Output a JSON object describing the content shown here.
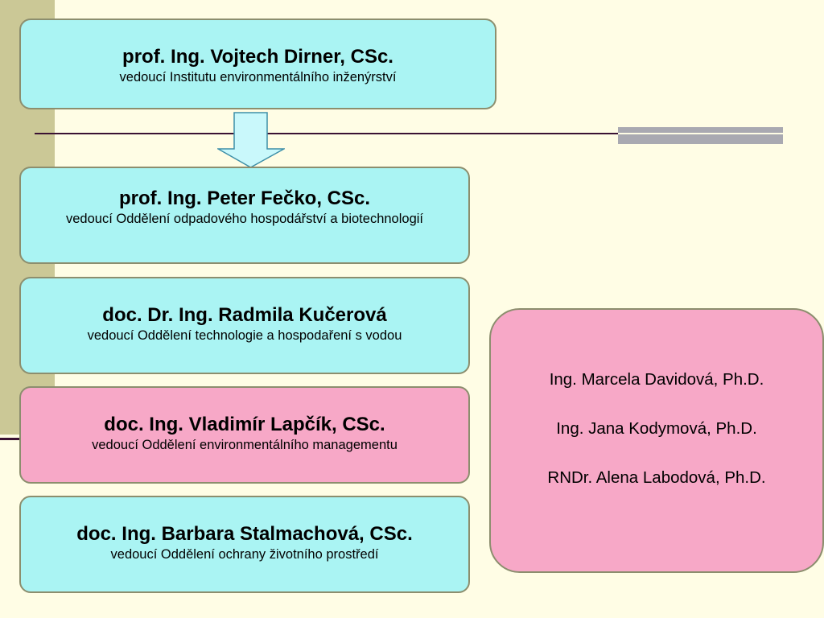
{
  "colors": {
    "background": "#FFFDE5",
    "cyan_box": "#AAF4F3",
    "pink_box": "#F7A8C7",
    "left_bar": "#CBC896",
    "rule": "#3A1233"
  },
  "units": [
    {
      "name": "prof. Ing. Vojtech Dirner, CSc.",
      "role": "vedoucí Institutu environmentálního inženýrství"
    },
    {
      "name": "prof. Ing. Peter Fečko, CSc.",
      "role": "vedoucí Oddělení odpadového hospodářství a biotechnologií"
    },
    {
      "name": "doc. Dr. Ing. Radmila Kučerová",
      "role": "vedoucí Oddělení technologie a hospodaření s vodou"
    },
    {
      "name": "doc. Ing. Vladimír Lapčík, CSc.",
      "role": "vedoucí Oddělení environmentálního managementu"
    },
    {
      "name": "doc. Ing. Barbara Stalmachová, CSc.",
      "role": "vedoucí Oddělení ochrany životního prostředí"
    }
  ],
  "staff": [
    "Ing. Marcela Davidová, Ph.D.",
    "Ing. Jana Kodymová, Ph.D.",
    "RNDr. Alena  Labodová, Ph.D."
  ],
  "icons": {
    "arrow": "down-arrow-icon"
  }
}
